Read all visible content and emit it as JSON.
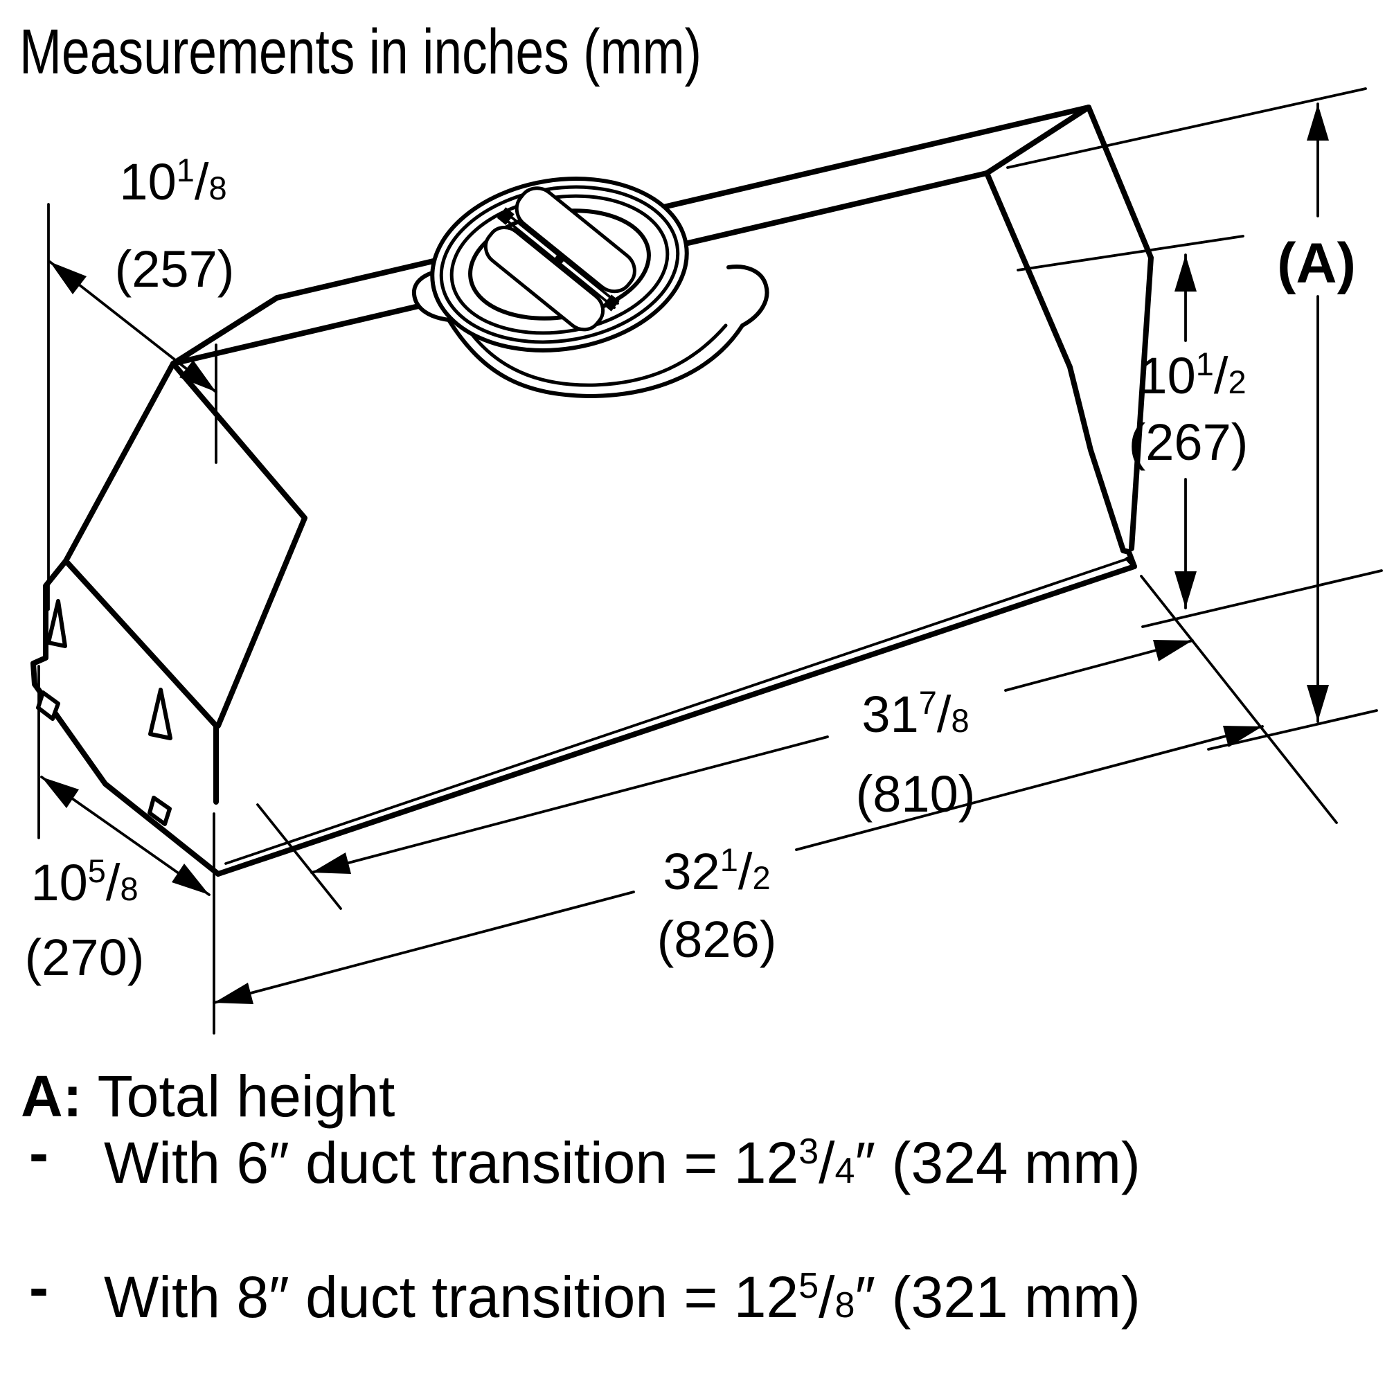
{
  "title": "Measurements in inches (mm)",
  "frac_slash": "/",
  "dimensions": {
    "top_depth": {
      "whole": "10",
      "num": "1",
      "den": "8",
      "mm": "(257)"
    },
    "body_height": {
      "whole": "10",
      "num": "1",
      "den": "2",
      "mm": "(267)"
    },
    "total_height_ref": "(A)",
    "inner_width": {
      "whole": "31",
      "num": "7",
      "den": "8",
      "mm": "(810)"
    },
    "outer_width": {
      "whole": "32",
      "num": "1",
      "den": "2",
      "mm": "(826)"
    },
    "bottom_depth": {
      "whole": "10",
      "num": "5",
      "den": "8",
      "mm": "(270)"
    }
  },
  "notes": {
    "key": "A:",
    "key_text": "Total height",
    "bullet": "-",
    "duct6": {
      "prefix": "With 6″ duct transition = 12",
      "num": "3",
      "den": "4",
      "suffix": "″ (324 mm)"
    },
    "duct8": {
      "prefix": "With 8″ duct transition = 12",
      "num": "5",
      "den": "8",
      "suffix": "″ (321 mm)"
    }
  },
  "colors": {
    "line": "#000000",
    "background": "#ffffff"
  }
}
